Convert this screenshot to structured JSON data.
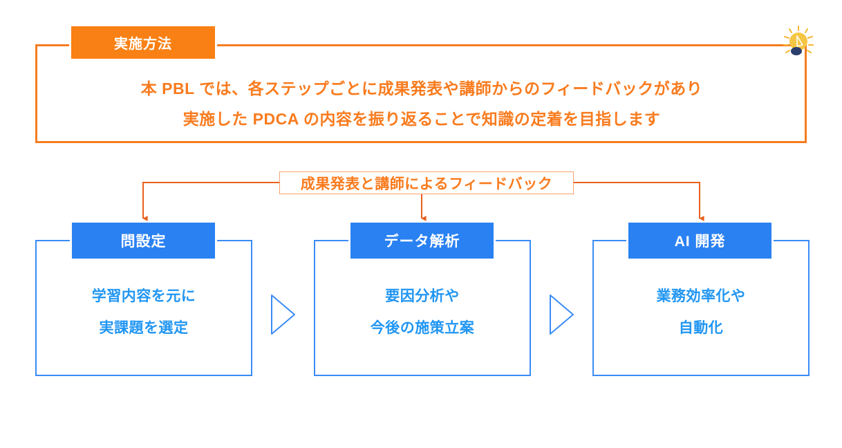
{
  "diagram": {
    "title_chip": "実施方法",
    "description_lines": [
      "本 PBL では、各ステップごとに成果発表や講師からのフィードバックがあり",
      "実施した PDCA の内容を振り返ることで知識の定着を目指します"
    ],
    "feedback_label": "成果発表と講師によるフィードバック",
    "bulb_icon": "lightbulb-icon",
    "steps": [
      {
        "header": "問設定",
        "body_lines": [
          "学習内容を元に",
          "実課題を選定"
        ]
      },
      {
        "header": "データ解析",
        "body_lines": [
          "要因分析や",
          "今後の施策立案"
        ]
      },
      {
        "header": "AI 開発",
        "body_lines": [
          "業務効率化や",
          "自動化"
        ]
      }
    ],
    "step_connector_icon": "triangle-right-icon",
    "colors": {
      "orange_chip": "#F98014",
      "orange_frame": "#F57C20",
      "orange_text": "#F97B1E",
      "orange_thin_border": "#F9A26C",
      "blue_header": "#2A81F2",
      "blue_outline": "#3A8BF5",
      "blue_text": "#2196F3",
      "bulb_body": "#F5C544",
      "bulb_base": "#2C3E6B",
      "background": "#FFFFFF"
    }
  }
}
